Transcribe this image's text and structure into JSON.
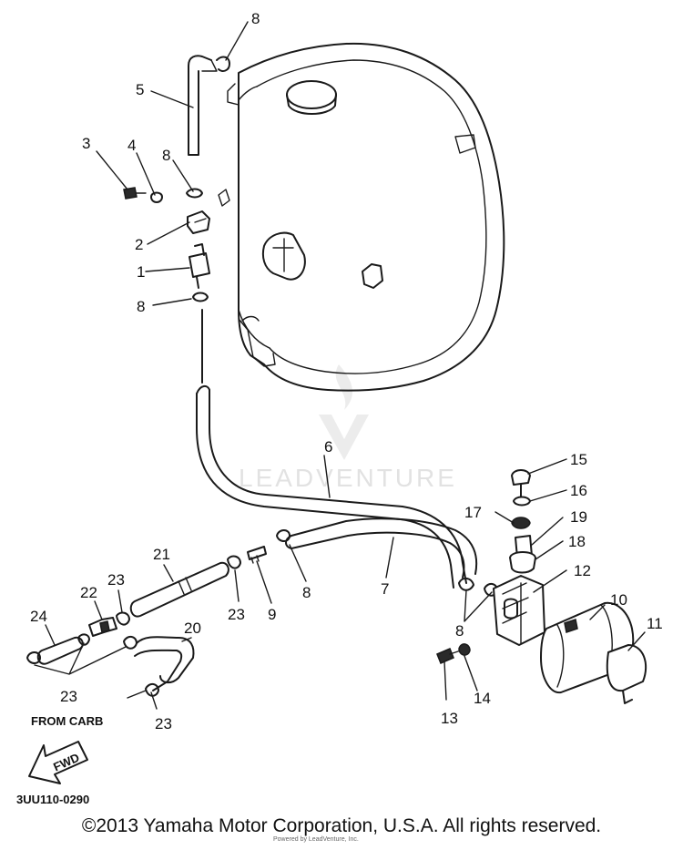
{
  "diagram": {
    "callouts": [
      "1",
      "2",
      "3",
      "4",
      "5",
      "6",
      "7",
      "8",
      "9",
      "10",
      "11",
      "12",
      "13",
      "14",
      "15",
      "16",
      "17",
      "18",
      "19",
      "20",
      "21",
      "22",
      "23",
      "24"
    ],
    "labels": {
      "from_carb": "FROM CARB",
      "fwd": "FWD",
      "part_code": "3UU110-0290"
    },
    "watermark": "LEADVENTURE"
  },
  "footer": {
    "copyright": "©2013 Yamaha Motor Corporation, U.S.A. All rights reserved.",
    "footnote": "Powered by LeadVenture, Inc."
  }
}
